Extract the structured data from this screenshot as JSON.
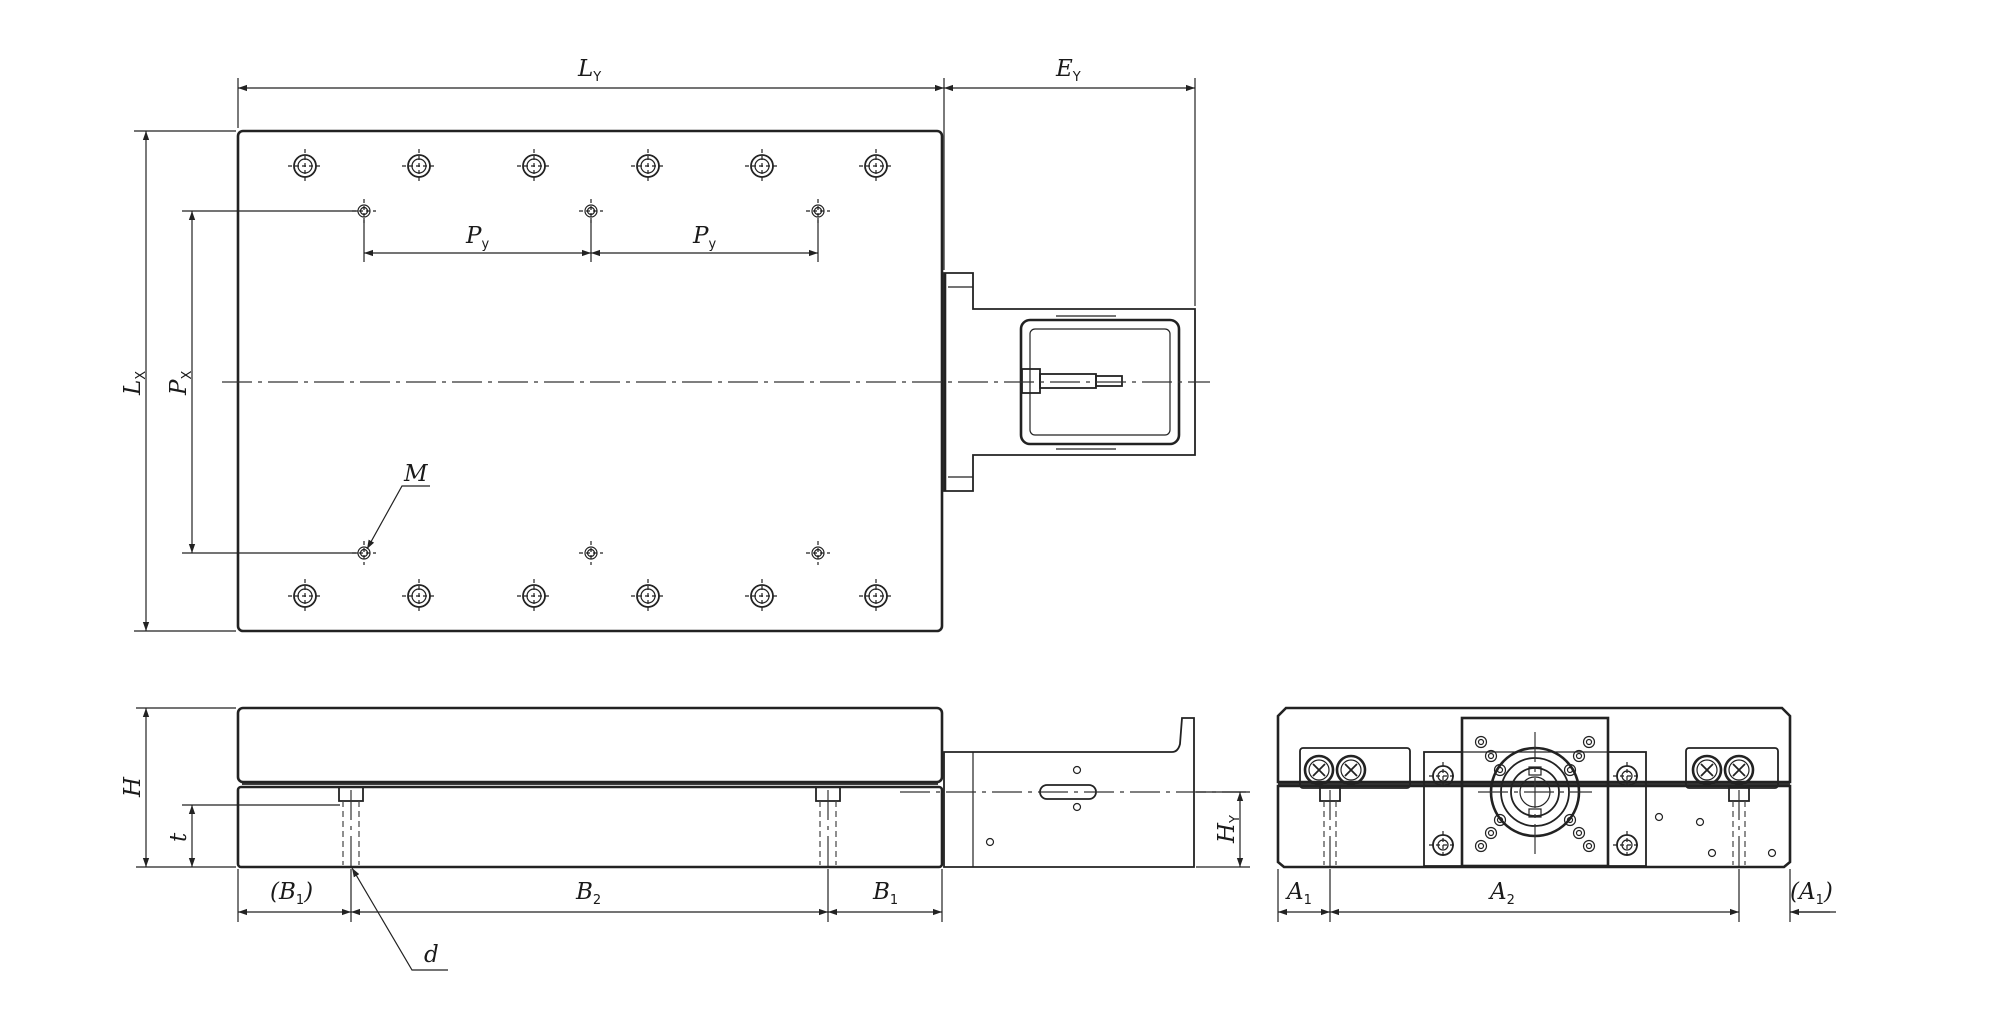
{
  "diagram": {
    "labels": {
      "ly": {
        "main": "L",
        "sub": "Y"
      },
      "ey": {
        "main": "E",
        "sub": "Y"
      },
      "lx": {
        "main": "L",
        "sub": "X"
      },
      "px": {
        "main": "P",
        "sub": "X"
      },
      "py1": {
        "main": "P",
        "sub": "y"
      },
      "py2": {
        "main": "P",
        "sub": "y"
      },
      "m": {
        "main": "M"
      },
      "h": {
        "main": "H"
      },
      "t": {
        "main": "t"
      },
      "hy": {
        "main": "H",
        "sub": "Y"
      },
      "b1l": {
        "main": "(B",
        "sub": "1",
        "post": ")"
      },
      "b2": {
        "main": "B",
        "sub": "2"
      },
      "b1r": {
        "main": "B",
        "sub": "1"
      },
      "d": {
        "main": "d"
      },
      "a1l": {
        "main": "A",
        "sub": "1"
      },
      "a2": {
        "main": "A",
        "sub": "2"
      },
      "a1r": {
        "main": "(A",
        "sub": "1",
        "post": ")"
      }
    }
  }
}
